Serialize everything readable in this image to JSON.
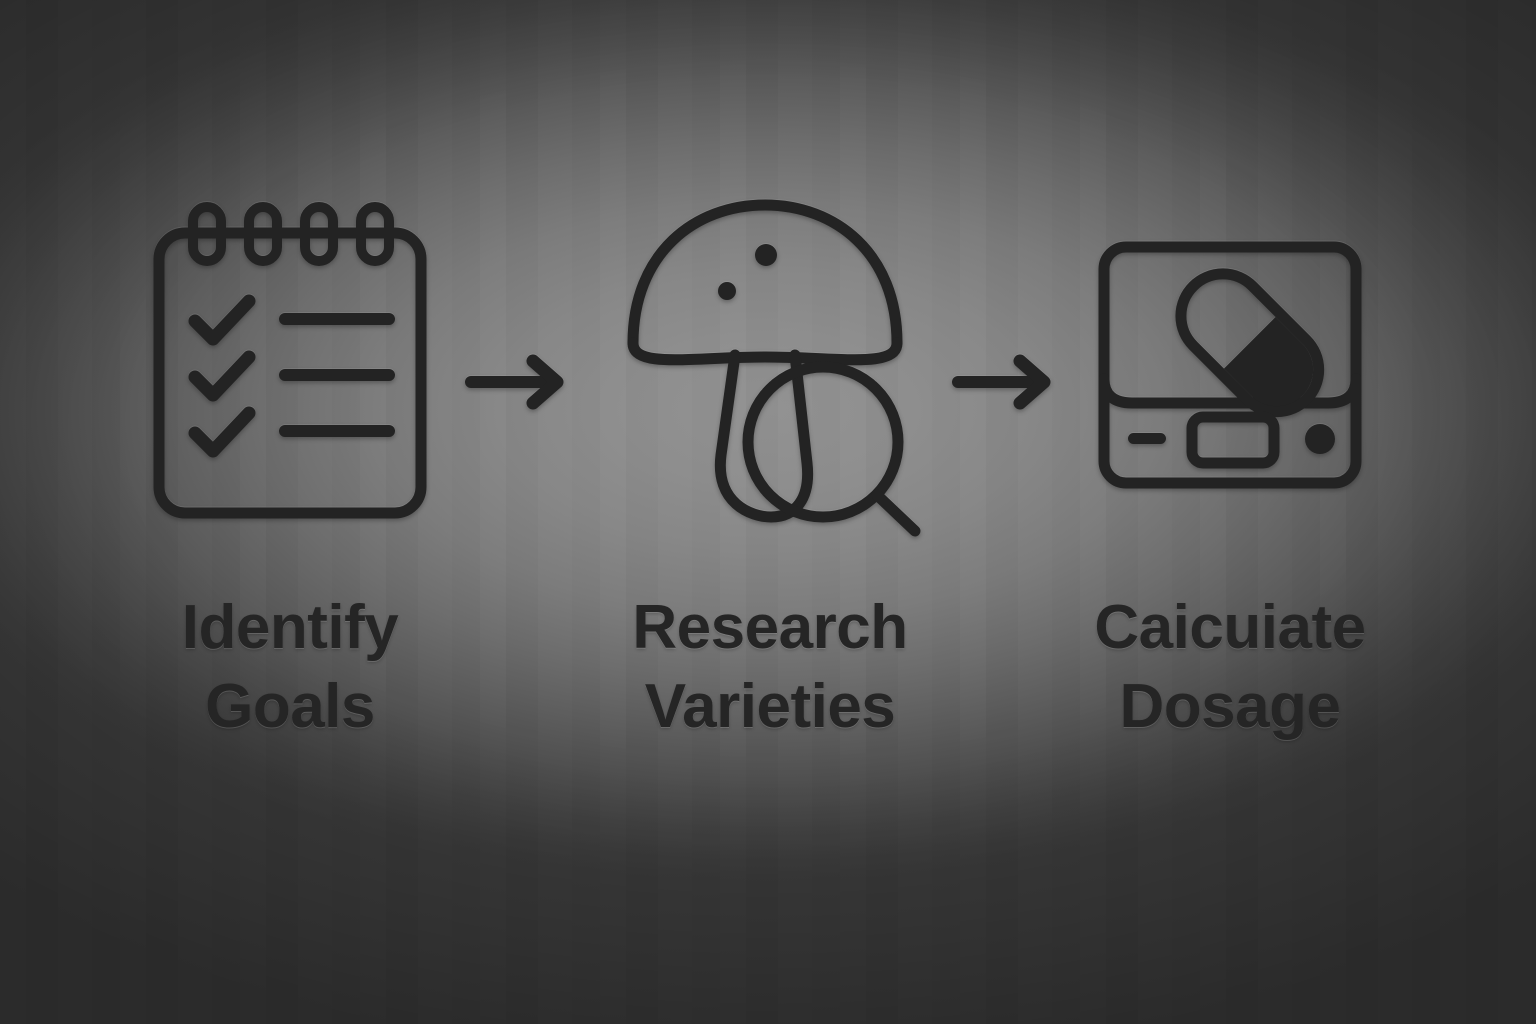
{
  "page": {
    "title": "Mushroom Dosage Process Infographic",
    "background": {
      "center_color": "#919191",
      "edge_color": "#393939",
      "style": "radial-vignette-brushed-gray"
    },
    "ink_color": "#232323",
    "text_color": "#252525"
  },
  "steps": [
    {
      "index": 1,
      "icon": "checklist-notepad-icon",
      "icon_parts": [
        "spiral-ring",
        "spiral-ring",
        "spiral-ring",
        "spiral-ring",
        "check-mark",
        "check-mark",
        "check-mark",
        "list-line",
        "list-line",
        "list-line"
      ],
      "label_line1": "Identify",
      "label_line2": "Goals",
      "label_full": "Identify Goals"
    },
    {
      "index": 2,
      "icon": "mushroom-magnifier-icon",
      "icon_parts": [
        "mushroom-cap",
        "cap-spot",
        "cap-spot",
        "mushroom-stem",
        "magnifier-lens",
        "magnifier-handle"
      ],
      "label_line1": "Research",
      "label_line2": "Varieties",
      "label_full": "Research Varieties"
    },
    {
      "index": 3,
      "icon": "kitchen-scale-capsule-icon",
      "icon_parts": [
        "scale-platform",
        "scale-base",
        "capsule-pill",
        "scale-display",
        "scale-dash",
        "scale-button"
      ],
      "label_line1": "Caicuiate",
      "label_line2": "Dosage",
      "label_full": "Caicuiate Dosage"
    }
  ],
  "connectors": [
    {
      "id": 1,
      "type": "arrow-right",
      "from": "Identify Goals",
      "to": "Research Varieties"
    },
    {
      "id": 2,
      "type": "arrow-right",
      "from": "Research Varieties",
      "to": "Caicuiate Dosage"
    }
  ]
}
